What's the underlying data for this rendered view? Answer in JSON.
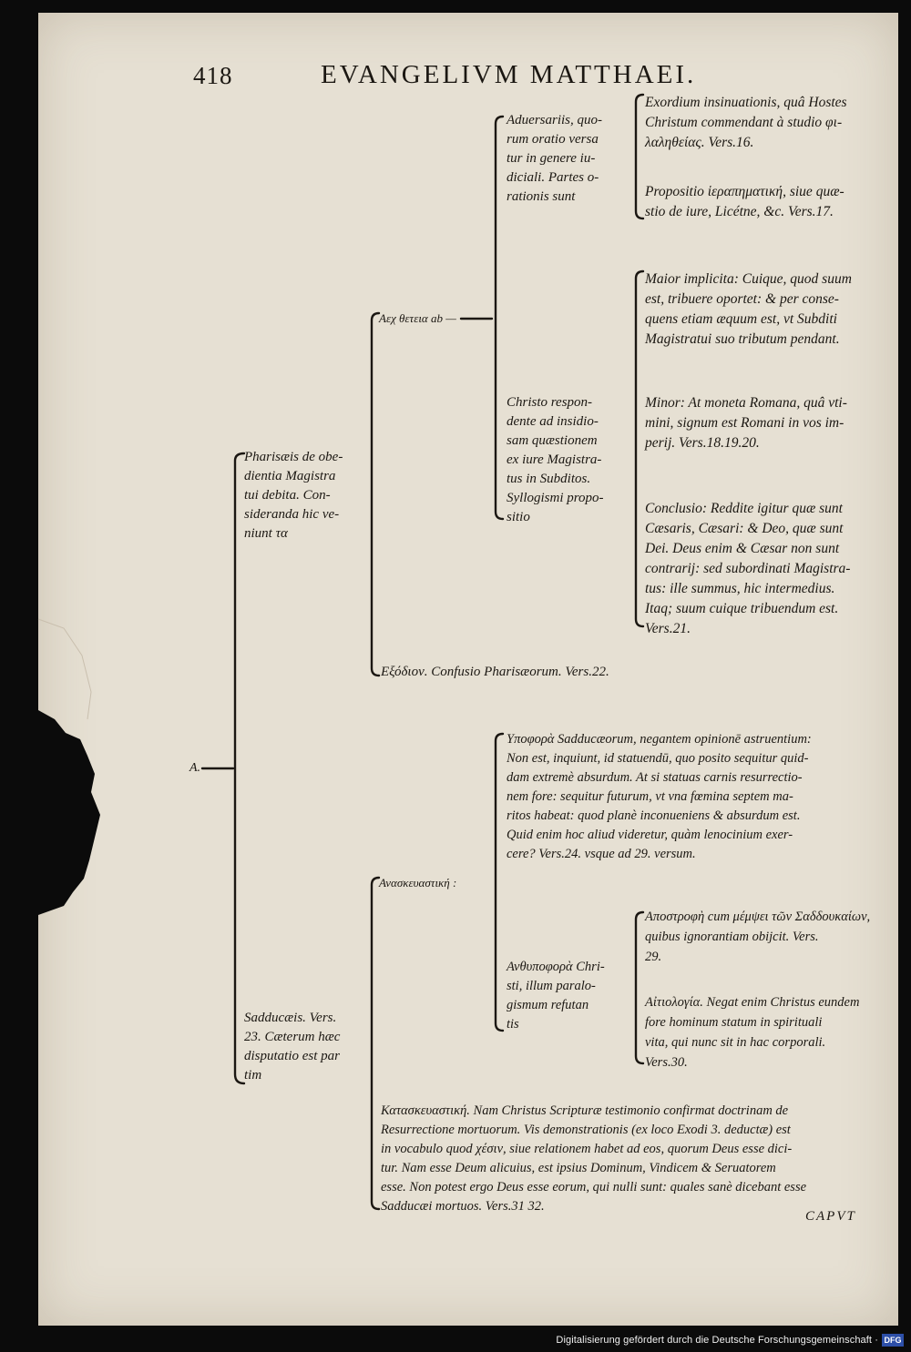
{
  "header": {
    "page_number": "418",
    "running_title": "EVANGELIVM MATTHAEI."
  },
  "tree": {
    "adversariis": "Aduersariis, quo-\nrum oratio versa\ntur in genere iu-\ndiciali. Partes o-\nrationis sunt",
    "exordium": "Exordium insinuationis, quâ Hostes\nChristum commendant à studio φι-\nλαληθείας. Vers.16.",
    "propositio": "Propositio ἱεραπηματική, siue quæ-\nstio de iure, Licétne, &c. Vers.17.",
    "archetheia": "Aεχ θετεια ab —",
    "christo_respondente": "Christo respon-\ndente ad insidio-\nsam quæstionem\nex iure Magistra-\ntus in Subditos.\nSyllogismi propo-\nsitio",
    "maior": "Maior implicita: Cuique, quod suum\nest, tribuere oportet: & per conse-\nquens etiam æquum est, vt Subditi\nMagistratui suo tributum pendant.",
    "minor": "Minor: At moneta Romana, quâ vti-\nmini, signum est Romani in vos im-\nperij. Vers.18.19.20.",
    "conclusio": "Conclusio: Reddite igitur quæ sunt\nCæsaris, Cæsari: & Deo, quæ sunt\nDei. Deus enim & Cæsar non sunt\ncontrarij: sed subordinati Magistra-\ntus: ille summus, hic intermedius.\nItaq; suum cuique tribuendum est.\nVers.21.",
    "pharisaeis": "Pharisæis de obe-\ndientia Magistra\ntui debita. Con-\nsideranda hic ve-\nniunt τα",
    "exodos": "Εξόδιον. Confusio Pharisæorum. Vers.22.",
    "root_letter": "A.",
    "hypophora": "Υποφορὰ Sadducæorum, negantem opinionē astruentium:\nNon est, inquiunt, id statuendū, quo posito sequitur quid-\ndam extremè absurdum. At si statuas carnis resurrectio-\nnem fore: sequitur futurum, vt vna fœmina septem ma-\nritos habeat: quod planè inconueniens & absurdum est.\nQuid enim hoc aliud videretur, quàm lenocinium exer-\ncere? Vers.24. vsque ad 29. versum.",
    "anaskeuastike": "Ανασκευαστική :",
    "antypophora": "Ανθυποφορὰ Chri-\nsti, illum paralo-\ngismum refutan\ntis",
    "apostrophe": "Αποστροφὴ cum μέμψει τῶν Σαδδουκαίων,\nquibus ignorantiam obijcit. Vers.\n29.",
    "aitiologia": "Αἰτιολογία. Negat enim Christus eundem\nfore hominum statum in spirituali\nvita, qui nunc sit in hac corporali.\nVers.30.",
    "sadducaeis": "Sadducæis. Vers.\n23. Cæterum hæc\ndisputatio est par\ntim",
    "kataskeuastike": "Κατασκευαστική. Nam Christus Scripturæ testimonio confirmat doctrinam de\nResurrectione mortuorum. Vis demonstrationis (ex loco Exodi 3. deductæ) est\nin vocabulo quod χέσιν, siue relationem habet ad eos, quorum Deus esse dici-\ntur. Nam esse Deum alicuius, est ipsius Dominum, Vindicem & Seruatorem\nesse. Non potest ergo Deus esse eorum, qui nulli sunt: quales sanè dicebant esse\nSadducæi mortuos. Vers.31 32."
  },
  "catchword": "CAPVT",
  "footer": {
    "credit": "Digitalisierung gefördert durch die Deutsche Forschungsgemeinschaft ·",
    "logo": "DFG"
  }
}
